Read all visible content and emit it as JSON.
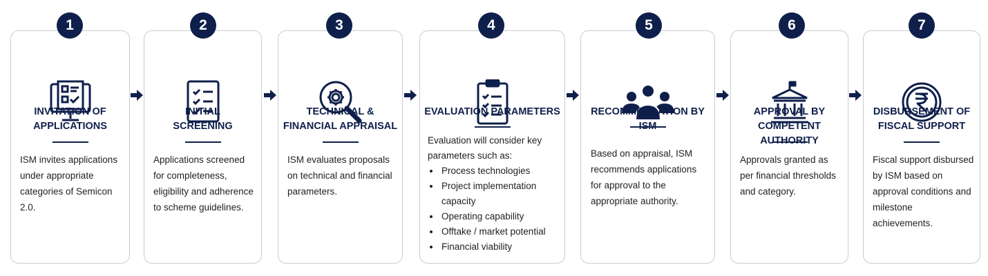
{
  "colors": {
    "navy": "#0f1f4b",
    "border": "#c9ccd3"
  },
  "steps": [
    {
      "number": "1",
      "icon": "monitor-form-icon",
      "title_line1": "INVITATION OF",
      "title_line2": "APPLICATIONS",
      "description": "ISM invites applications under appropriate categories of Semicon 2.0."
    },
    {
      "number": "2",
      "icon": "checklist-icon",
      "title_line1": "INITIAL",
      "title_line2": "SCREENING",
      "description": "Applications screened for completeness, eligibility and adherence to scheme guidelines."
    },
    {
      "number": "3",
      "icon": "magnifier-gear-icon",
      "title_line1": "TECHNICAL &",
      "title_line2": "FINANCIAL APPRAISAL",
      "description": "ISM evaluates proposals on technical and financial parameters."
    },
    {
      "number": "4",
      "icon": "clipboard-checklist-icon",
      "title_line1": "EVALUATION PARAMETERS",
      "title_line2": "",
      "description": "Evaluation will consider key parameters such as:",
      "bullets": [
        "Process technologies",
        "Project implementation capacity",
        "Operating capability",
        "Offtake / market potential",
        "Financial viability"
      ]
    },
    {
      "number": "5",
      "icon": "people-group-icon",
      "title_line1": "RECOMMENDATION BY ISM",
      "title_line2": "",
      "description": "Based on appraisal, ISM recommends applications for approval to the appropriate authority."
    },
    {
      "number": "6",
      "icon": "government-building-icon",
      "title_line1": "APPROVAL BY",
      "title_line2": "COMPETENT AUTHORITY",
      "description": "Approvals granted as per financial thresholds and category."
    },
    {
      "number": "7",
      "icon": "rupee-coin-icon",
      "title_line1": "DISBURSEMENT OF",
      "title_line2": "FISCAL SUPPORT",
      "description": "Fiscal support disbursed by ISM based on approval conditions and milestone achievements."
    }
  ]
}
